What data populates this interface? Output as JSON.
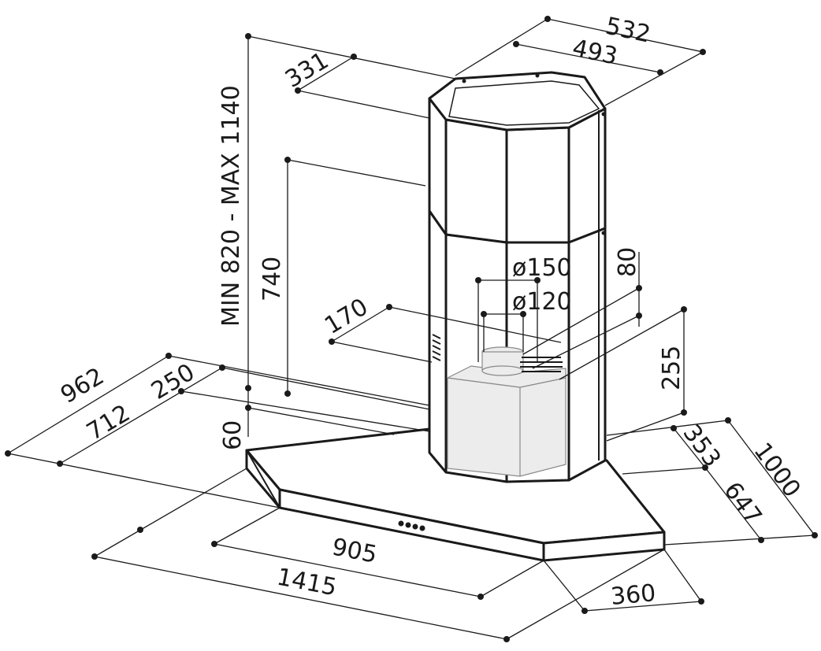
{
  "dimensions": {
    "height_range": "MIN 820 - MAX 1140",
    "chimney_width_outer": "532",
    "chimney_width_inner": "493",
    "chimney_depth": "331",
    "chimney_lower": "740",
    "outlet_offset": "170",
    "outlet_dia_large": "ø150",
    "outlet_dia_small": "ø120",
    "outlet_top": "80",
    "motor_height": "255",
    "canopy_depth_total": "962",
    "canopy_depth_mid": "712",
    "canopy_depth_rear": "250",
    "canopy_thickness": "60",
    "side_depth_rear": "353",
    "side_depth_total": "1000",
    "side_depth_front": "647",
    "front_width": "905",
    "total_width": "1415",
    "side_segment": "360"
  }
}
